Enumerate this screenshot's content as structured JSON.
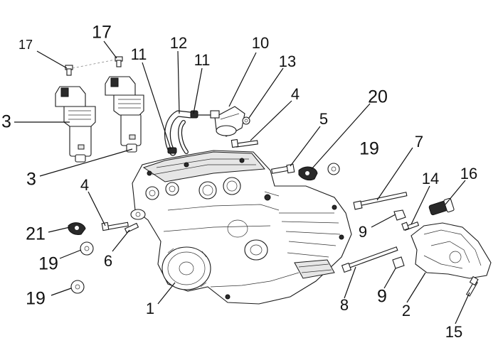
{
  "diagram": {
    "callouts": [
      {
        "id": "c17a",
        "label": "17"
      },
      {
        "id": "c17b",
        "label": "17"
      },
      {
        "id": "c3a",
        "label": "3"
      },
      {
        "id": "c3b",
        "label": "3"
      },
      {
        "id": "c11a",
        "label": "11"
      },
      {
        "id": "c12",
        "label": "12"
      },
      {
        "id": "c11b",
        "label": "11"
      },
      {
        "id": "c10",
        "label": "10"
      },
      {
        "id": "c13",
        "label": "13"
      },
      {
        "id": "c4a",
        "label": "4"
      },
      {
        "id": "c20",
        "label": "20"
      },
      {
        "id": "c5",
        "label": "5"
      },
      {
        "id": "c19a",
        "label": "19"
      },
      {
        "id": "c7",
        "label": "7"
      },
      {
        "id": "c4b",
        "label": "4"
      },
      {
        "id": "c14",
        "label": "14"
      },
      {
        "id": "c16",
        "label": "16"
      },
      {
        "id": "c21",
        "label": "21"
      },
      {
        "id": "c9a",
        "label": "9"
      },
      {
        "id": "c19b",
        "label": "19"
      },
      {
        "id": "c6",
        "label": "6"
      },
      {
        "id": "c19c",
        "label": "19"
      },
      {
        "id": "c1",
        "label": "1"
      },
      {
        "id": "c8",
        "label": "8"
      },
      {
        "id": "c9b",
        "label": "9"
      },
      {
        "id": "c2",
        "label": "2"
      },
      {
        "id": "c15",
        "label": "15"
      }
    ]
  }
}
